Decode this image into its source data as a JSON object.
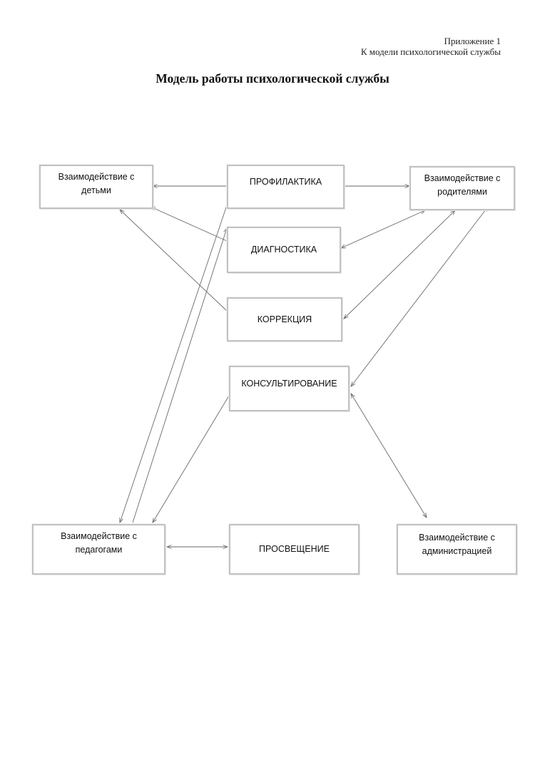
{
  "header": {
    "appendix_line1": "Приложение 1",
    "appendix_line2": "К модели психологической службы"
  },
  "title": "Модель работы психологической службы",
  "nodes": {
    "children": {
      "line1": "Взаимодействие с",
      "line2": "детьми"
    },
    "prevention": {
      "label": "ПРОФИЛАКТИКА"
    },
    "parents": {
      "line1": "Взаимодействие  с",
      "line2": "родителями"
    },
    "diagnostics": {
      "label": "ДИАГНОСТИКА"
    },
    "correction": {
      "label": "КОРРЕКЦИЯ"
    },
    "consulting": {
      "label": "КОНСУЛЬТИРОВАНИЕ"
    },
    "teachers": {
      "line1": "Взаимодействие  с",
      "line2": "педагогами"
    },
    "education": {
      "label": "ПРОСВЕЩЕНИЕ"
    },
    "administration": {
      "line1": "Взаимодействие  с",
      "line2": "администрацией"
    }
  },
  "colors": {
    "border": "#c2c2c2",
    "arrow": "#6a6a6a"
  }
}
